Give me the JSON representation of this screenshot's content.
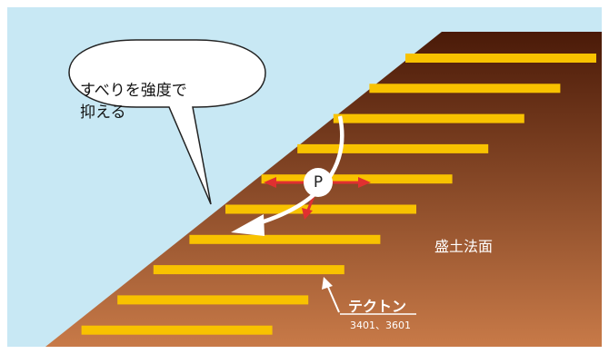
{
  "callout": {
    "line1": "すべりを強度で",
    "line2": "抑える"
  },
  "slope": {
    "label": "盛土法面"
  },
  "product": {
    "name": "テクトン",
    "codes": "3401、3601"
  },
  "point": {
    "label": "P"
  },
  "colors": {
    "sky": "#c8e8f4",
    "soil_top": "#4a1a08",
    "soil_bottom": "#c87a48",
    "reinforcement": "#f8c200",
    "force_arrow": "#e03030",
    "slip_arrow": "#ffffff"
  },
  "reinforcement_layer_count": 10
}
